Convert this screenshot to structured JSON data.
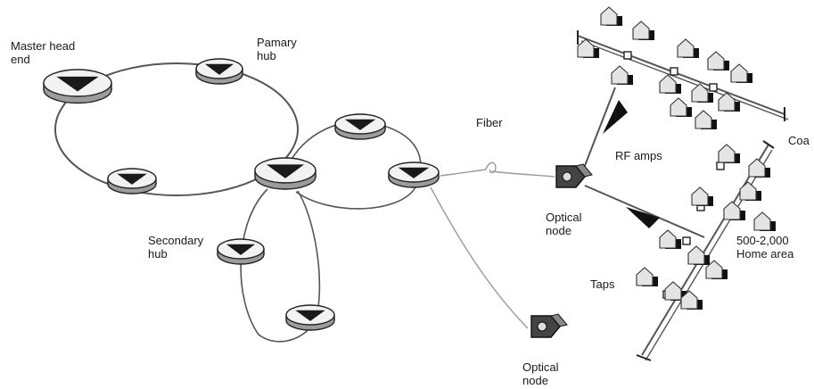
{
  "labels": {
    "master_head_end": "Master head\nend",
    "primary_hub": "Pamary\nhub",
    "fiber": "Fiber",
    "coax": "Coa",
    "rf_amps": "RF amps",
    "optical_node_1": "Optical\nnode",
    "secondary_hub": "Secondary\nhub",
    "home_area": "500-2,000\nHome area",
    "taps": "Taps",
    "optical_node_2": "Optical\nnode"
  },
  "colors": {
    "line": "#555555",
    "fiber": "#9a9a9a",
    "disc_top": "#f2f2f2",
    "disc_side": "#9c9c9c",
    "triangle": "#1a1a1a",
    "node_body": "#444444",
    "house_front": "#e4e4e4",
    "house_shadow": "#111111"
  },
  "icons": {
    "hub": "hub-disc-icon",
    "optical_node": "optical-node-icon",
    "house": "house-icon",
    "amplifier": "rf-amplifier-arrow-icon"
  }
}
